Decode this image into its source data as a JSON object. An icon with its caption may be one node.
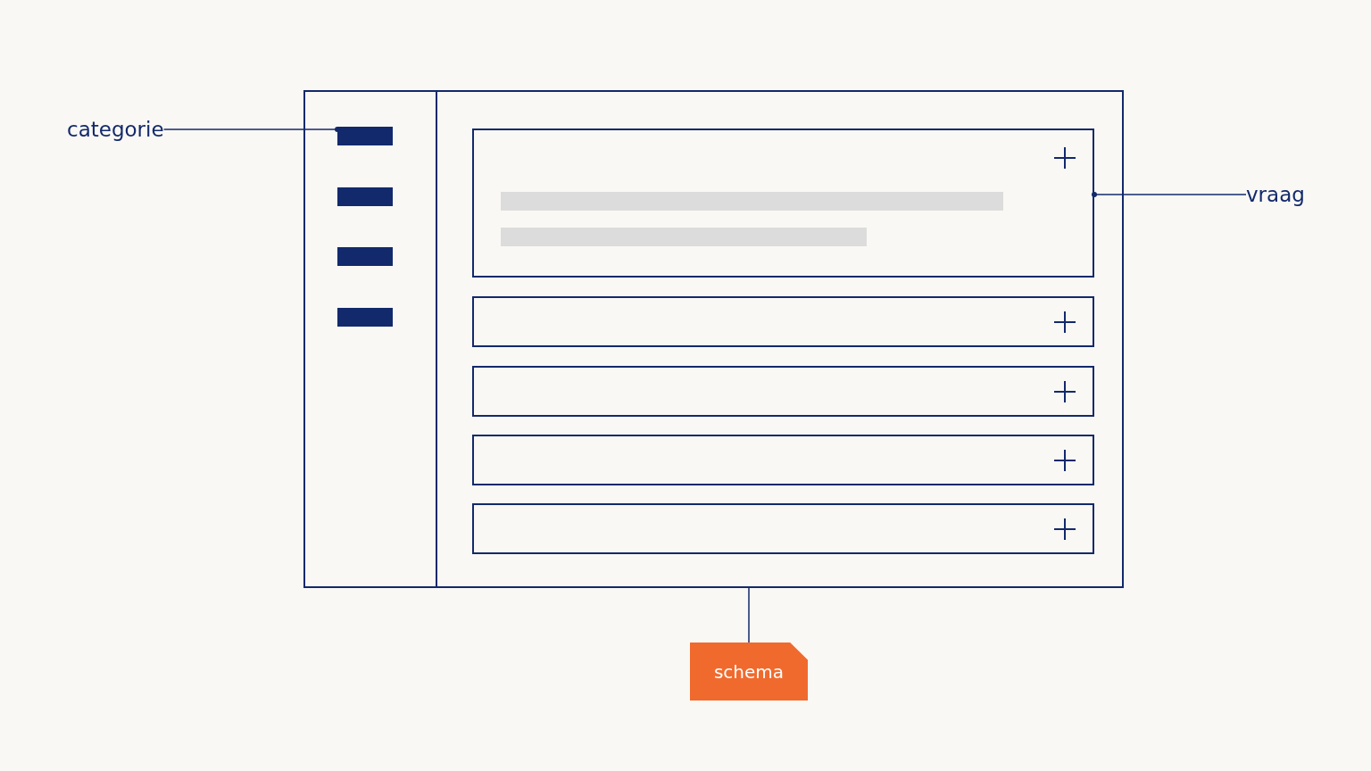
{
  "diagram": {
    "nodes": [
      {
        "text": [
          "categorie"
        ]
      },
      {
        "text": [],
        "shape": "box"
      },
      {
        "text": [],
        "shape": "bar",
        "in": 1
      },
      {
        "text": [],
        "shape": "bar",
        "in": 1
      },
      {
        "text": [],
        "shape": "bar",
        "in": 1
      },
      {
        "text": [],
        "shape": "bar",
        "in": 1
      },
      {
        "text": [],
        "shape": "box",
        "in": 1
      },
      {
        "text": [],
        "shape": "box",
        "in": 1
      },
      {
        "text": [],
        "shape": "box",
        "in": 1
      },
      {
        "text": [],
        "shape": "box",
        "in": 1
      },
      {
        "text": [],
        "shape": "box",
        "in": 1
      },
      {
        "text": [
          "vraag"
        ]
      },
      {
        "text": [
          "schema"
        ]
      }
    ],
    "edges": [
      {
        "from": 0,
        "to": 2,
        "arrow": "other"
      },
      {
        "from": 11,
        "to": 6,
        "arrow": "other"
      },
      {
        "from": 12,
        "to": 1,
        "arrow": "none"
      }
    ]
  }
}
